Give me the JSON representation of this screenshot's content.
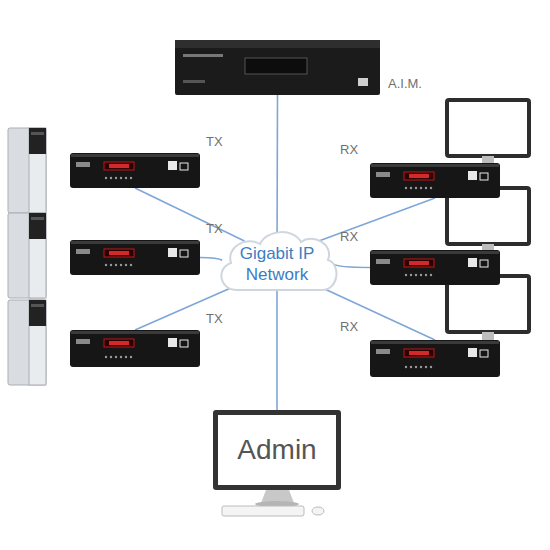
{
  "diagram": {
    "nodes": [
      {
        "text": [
          "A.I.M."
        ]
      },
      {
        "text": [
          "TX"
        ]
      },
      {
        "text": [
          "RX"
        ]
      },
      {
        "text": [
          "TX"
        ]
      },
      {
        "text": [
          "Gigabit IP Network"
        ]
      },
      {
        "text": [
          "RX"
        ]
      },
      {
        "text": [
          "TX"
        ]
      },
      {
        "text": [
          "RX"
        ]
      },
      {
        "text": [
          "Admin"
        ]
      }
    ],
    "edges": [
      {
        "from": 0,
        "to": 4,
        "arrow": "none"
      },
      {
        "from": 1,
        "to": 4,
        "arrow": "none"
      },
      {
        "from": 2,
        "to": 4,
        "arrow": "none"
      },
      {
        "from": 3,
        "to": 4,
        "arrow": "none"
      },
      {
        "from": 5,
        "to": 4,
        "arrow": "none"
      },
      {
        "from": 6,
        "to": 4,
        "arrow": "none"
      },
      {
        "from": 7,
        "to": 4,
        "arrow": "none"
      },
      {
        "from": 8,
        "to": 4,
        "arrow": "none"
      }
    ]
  }
}
